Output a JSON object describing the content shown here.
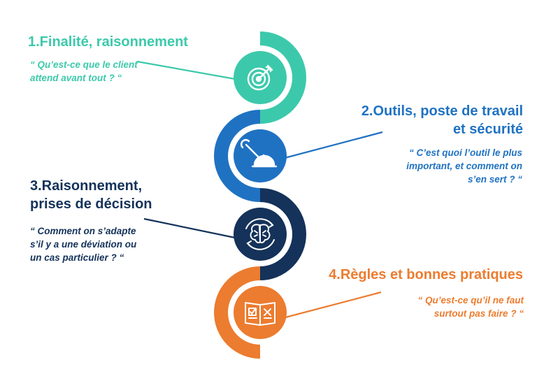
{
  "colors": {
    "step1": "#3cc9ab",
    "step2": "#1f72c2",
    "step3": "#14325a",
    "step4": "#ec7c2f",
    "icon": "#ffffff"
  },
  "steps": [
    {
      "title_lines": [
        "1.Finalité, raisonnement"
      ],
      "quote_lines": [
        "“ Qu’est-ce que le client",
        "attend avant tout ? “"
      ],
      "icon": "target-icon"
    },
    {
      "title_lines": [
        "2.Outils, poste de travail",
        "et sécurité"
      ],
      "quote_lines": [
        "“ C’est quoi l’outil le plus",
        "important, et comment on",
        "s’en sert ? “"
      ],
      "icon": "wrench-helmet-icon"
    },
    {
      "title_lines": [
        "3.Raisonnement,",
        "prises de décision"
      ],
      "quote_lines": [
        "“ Comment on s’adapte",
        "s’il y a une déviation ou",
        "un cas particulier ? “"
      ],
      "icon": "brain-icon"
    },
    {
      "title_lines": [
        "4.Règles et bonnes pratiques"
      ],
      "quote_lines": [
        "“ Qu’est-ce qu’il ne faut",
        "surtout pas faire ? “"
      ],
      "icon": "book-rules-icon"
    }
  ]
}
